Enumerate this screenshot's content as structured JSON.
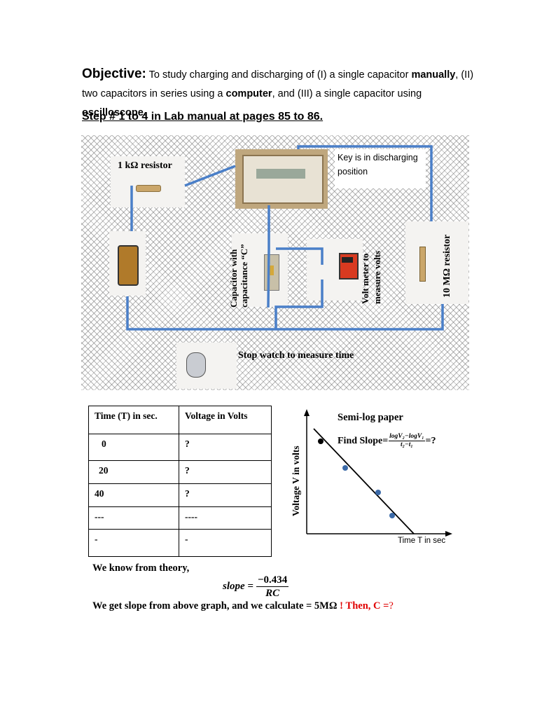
{
  "objective": {
    "label": "Objective:",
    "part1": " To study charging and discharging of (I) a single capacitor ",
    "b1": "manually",
    "part2": ", (II) two capacitors in series using a ",
    "b2": "computer",
    "part3": ", and (III) a single capacitor using ",
    "b3": "oscilloscope",
    "part4": "."
  },
  "step_heading": "Step # 1 to 4 in Lab manual at pages 85 to 86.",
  "diagram": {
    "resistor_1k": "1 kΩ resistor",
    "key_note": "Key is in discharging position",
    "capacitor_label": "Capacitor with capacitance “C”",
    "voltmeter_label": "Volt meter to measure volts",
    "resistor_10m": "10 MΩ resistor",
    "stopwatch_label": "Stop watch to measure time",
    "wire_color": "#4a7fc8"
  },
  "table": {
    "headers": [
      "Time (T) in sec.",
      "Voltage in Volts"
    ],
    "rows": [
      [
        "0",
        "?"
      ],
      [
        "20",
        "?"
      ],
      [
        "40",
        "?"
      ],
      [
        "---",
        "----"
      ],
      [
        "-",
        "-"
      ]
    ]
  },
  "graph": {
    "title": "Semi-log paper",
    "slope_prefix": "Find Slope=",
    "slope_num": "logV₂−logV₁",
    "slope_den": "t₂−t₁",
    "slope_suffix": "=?",
    "ylabel": "Voltage V in volts",
    "xlabel": "Time T in sec",
    "point_color": "#3b6aa8"
  },
  "theory": {
    "line1": "We know from theory,",
    "lhs": "slope =",
    "num": "−0.434",
    "den": "RC",
    "calc_text": "We get slope from above graph, and we calculate = 5MΩ ",
    "then_text": "! Then, C =",
    "q": "?"
  }
}
